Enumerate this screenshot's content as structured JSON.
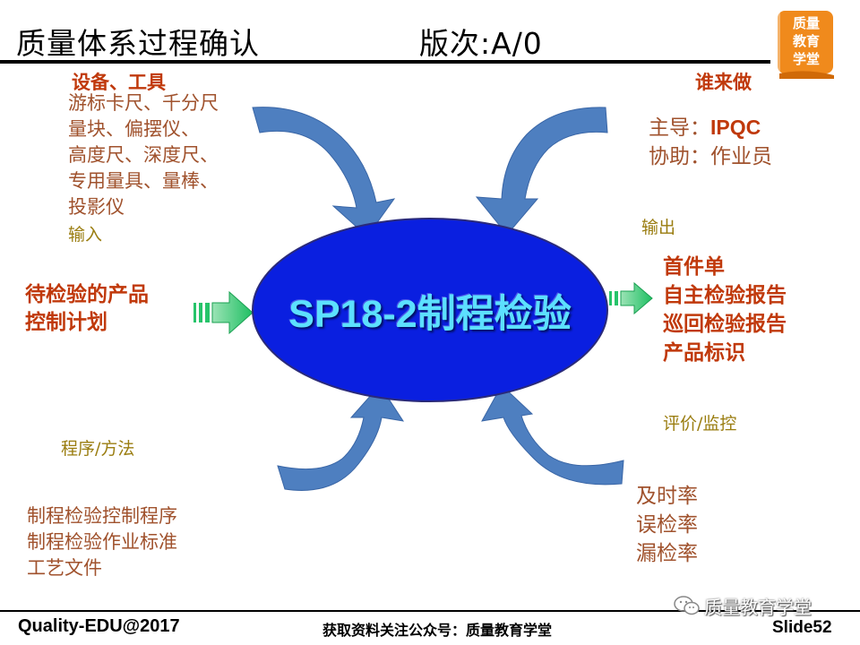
{
  "header": {
    "title": "质量体系过程确认",
    "version": "版次:A/0"
  },
  "logo": {
    "lines": [
      "质量",
      "教育",
      "学堂"
    ]
  },
  "equipment": {
    "heading": "设备、工具",
    "items": [
      "游标卡尺、千分尺",
      "量块、偏摆仪、",
      "高度尺、深度尺、",
      "专用量具、量棒、",
      "投影仪"
    ],
    "label": "输入"
  },
  "who": {
    "heading": "谁来做",
    "lead_prefix": "主导：",
    "lead_value": "IPQC",
    "assist": "协助：作业员",
    "label": "输出"
  },
  "input": {
    "lines": [
      "待检验的产品",
      "控制计划"
    ]
  },
  "center": {
    "label": "SP18-2制程检验"
  },
  "output": {
    "items": [
      "首件单",
      "自主检验报告",
      "巡回检验报告",
      "产品标识"
    ]
  },
  "method": {
    "label": "程序/方法",
    "items": [
      "制程检验控制程序",
      "制程检验作业标准",
      "工艺文件"
    ]
  },
  "evaluation": {
    "label": "评价/监控",
    "items": [
      "及时率",
      "误检率",
      "漏检率"
    ]
  },
  "footer": {
    "left": "Quality-EDU@2017",
    "center": "获取资料关注公众号：质量教育学堂",
    "watermark": "质量教育学堂",
    "right": "Slide52"
  },
  "colors": {
    "ellipse": "#0a1fe0",
    "arrow_blue": "#4e7fc0",
    "arrow_green": "#27c46a",
    "text_orange": "#c0560e"
  }
}
